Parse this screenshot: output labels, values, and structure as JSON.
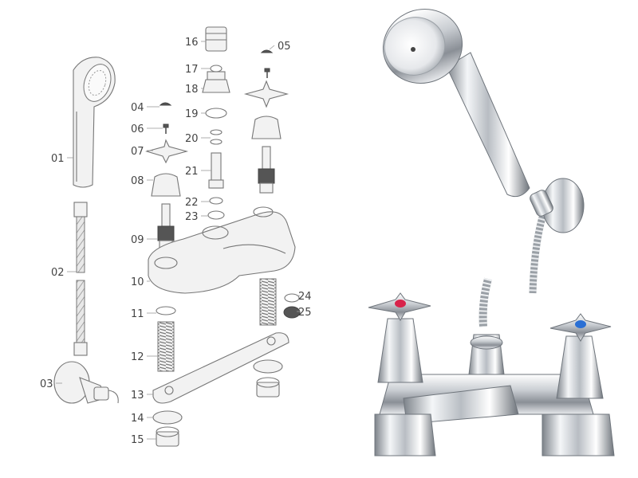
{
  "diagram": {
    "part_labels": [
      "01",
      "02",
      "03",
      "04",
      "05",
      "06",
      "07",
      "08",
      "09",
      "10",
      "11",
      "12",
      "13",
      "14",
      "15",
      "16",
      "17",
      "18",
      "19",
      "20",
      "21",
      "22",
      "23",
      "24",
      "25"
    ]
  },
  "photos": {
    "shower_handset": "shower-handset-photo",
    "bath_mixer": "bath-shower-mixer-photo"
  },
  "colors": {
    "hot_indicator": "#d8234a",
    "cold_indicator": "#2a6fd4",
    "chrome_dark": "#8a8f96",
    "chrome_light": "#f4f6f8"
  }
}
